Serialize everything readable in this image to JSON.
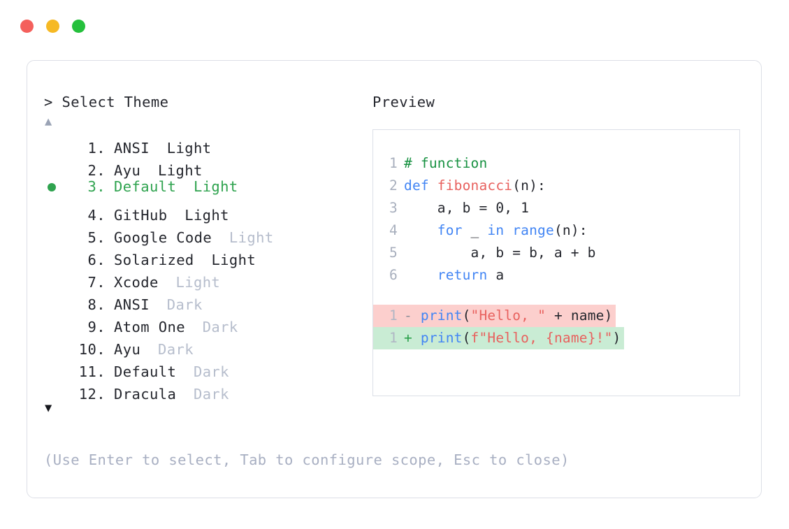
{
  "window": {
    "dots": [
      {
        "name": "close",
        "color": "#f4605c"
      },
      {
        "name": "minimize",
        "color": "#f6b924"
      },
      {
        "name": "maximize",
        "color": "#25c03c"
      }
    ]
  },
  "selector": {
    "prompt": "> Select Theme",
    "scroll_up": "▲",
    "scroll_down": "▼",
    "items": [
      {
        "index": "1.",
        "name": "ANSI",
        "variant": "Light",
        "variant_dim": false,
        "selected": false
      },
      {
        "index": "2.",
        "name": "Ayu",
        "variant": "Light",
        "variant_dim": false,
        "selected": false
      },
      {
        "index": "3.",
        "name": "Default",
        "variant": "Light",
        "variant_dim": false,
        "selected": true
      },
      {
        "index": "4.",
        "name": "GitHub",
        "variant": "Light",
        "variant_dim": false,
        "selected": false
      },
      {
        "index": "5.",
        "name": "Google Code",
        "variant": "Light",
        "variant_dim": true,
        "selected": false
      },
      {
        "index": "6.",
        "name": "Solarized",
        "variant": "Light",
        "variant_dim": false,
        "selected": false
      },
      {
        "index": "7.",
        "name": "Xcode",
        "variant": "Light",
        "variant_dim": true,
        "selected": false
      },
      {
        "index": "8.",
        "name": "ANSI",
        "variant": "Dark",
        "variant_dim": true,
        "selected": false
      },
      {
        "index": "9.",
        "name": "Atom One",
        "variant": "Dark",
        "variant_dim": true,
        "selected": false
      },
      {
        "index": "10.",
        "name": "Ayu",
        "variant": "Dark",
        "variant_dim": true,
        "selected": false
      },
      {
        "index": "11.",
        "name": "Default",
        "variant": "Dark",
        "variant_dim": true,
        "selected": false
      },
      {
        "index": "12.",
        "name": "Dracula",
        "variant": "Dark",
        "variant_dim": true,
        "selected": false
      }
    ],
    "hint": "(Use Enter to select, Tab to configure scope, Esc to close)"
  },
  "preview": {
    "label": "Preview",
    "code_lines": [
      {
        "number": "1",
        "tokens": [
          {
            "t": "# function",
            "c": "tok-comment"
          }
        ]
      },
      {
        "number": "2",
        "tokens": [
          {
            "t": "def ",
            "c": "tok-kw"
          },
          {
            "t": "fibonacci",
            "c": "tok-fn"
          },
          {
            "t": "(n):",
            "c": "tok-plain"
          }
        ]
      },
      {
        "number": "3",
        "tokens": [
          {
            "t": "    a, b = 0, 1",
            "c": "tok-plain"
          }
        ]
      },
      {
        "number": "4",
        "tokens": [
          {
            "t": "    ",
            "c": "tok-plain"
          },
          {
            "t": "for",
            "c": "tok-kw"
          },
          {
            "t": " _ ",
            "c": "tok-plain"
          },
          {
            "t": "in range",
            "c": "tok-kw"
          },
          {
            "t": "(n):",
            "c": "tok-plain"
          }
        ]
      },
      {
        "number": "5",
        "tokens": [
          {
            "t": "        a, b = b, a + b",
            "c": "tok-plain"
          }
        ]
      },
      {
        "number": "6",
        "tokens": [
          {
            "t": "    ",
            "c": "tok-plain"
          },
          {
            "t": "return",
            "c": "tok-kw"
          },
          {
            "t": " a",
            "c": "tok-plain"
          }
        ]
      }
    ],
    "diff_lines": [
      {
        "number": "1",
        "kind": "del",
        "marker": "-",
        "tokens": [
          {
            "t": "print",
            "c": "tok-kw"
          },
          {
            "t": "(",
            "c": "tok-plain"
          },
          {
            "t": "\"Hello, \"",
            "c": "tok-str"
          },
          {
            "t": " + name)",
            "c": "tok-plain"
          }
        ]
      },
      {
        "number": "1",
        "kind": "add",
        "marker": "+",
        "tokens": [
          {
            "t": "print",
            "c": "tok-kw"
          },
          {
            "t": "(",
            "c": "tok-plain"
          },
          {
            "t": "f\"Hello, ",
            "c": "tok-str"
          },
          {
            "t": "{name}",
            "c": "tok-str"
          },
          {
            "t": "!\"",
            "c": "tok-str"
          },
          {
            "t": ")",
            "c": "tok-plain"
          }
        ]
      }
    ]
  },
  "colors": {
    "accent_green": "#2fa34f",
    "keyword_blue": "#4285f4",
    "string_red": "#e8615e",
    "comment_green": "#179141",
    "diff_del_bg": "#fccfcd",
    "diff_add_bg": "#c9ecd4",
    "dim_text": "#b6bdcc",
    "border": "#dcdfe6"
  }
}
